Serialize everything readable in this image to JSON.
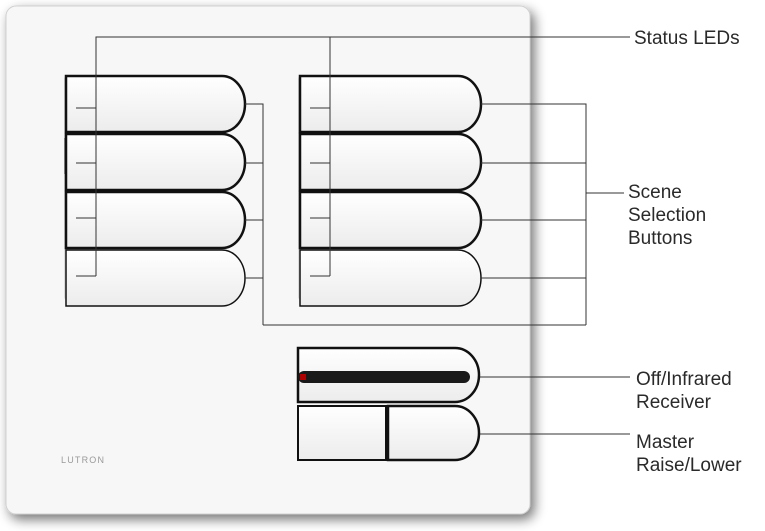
{
  "brand": "LUTRON",
  "callouts": {
    "status_leds": "Status LEDs",
    "scene_selection": [
      "Scene",
      "Selection",
      "Buttons"
    ],
    "off_infrared": [
      "Off/Infrared",
      "Receiver"
    ],
    "master_raise_lower": [
      "Master",
      "Raise/Lower"
    ]
  },
  "keypad": {
    "scene_columns": 2,
    "scene_buttons_per_column": 4,
    "colors": {
      "faceplate": "#f7f7f7",
      "outline": "#111111",
      "leader_line": "#333333",
      "ir_stripe": "#1a1a1a",
      "ir_stripe_accent": "#b00000",
      "label_text": "#2a2a2a"
    }
  }
}
